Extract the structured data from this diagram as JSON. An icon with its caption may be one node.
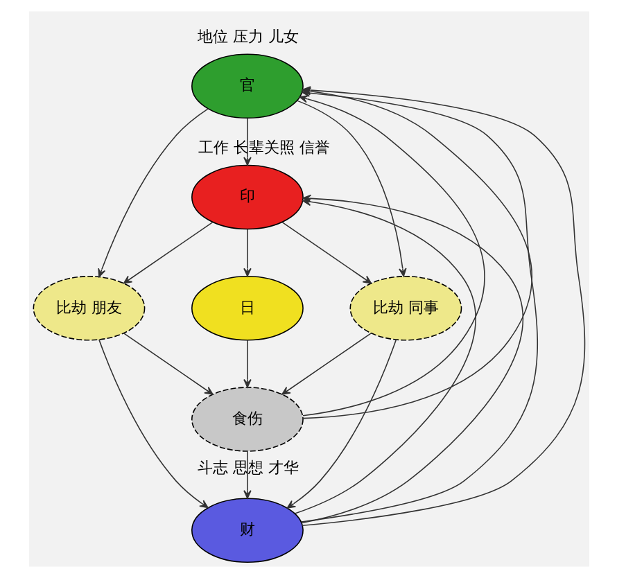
{
  "diagram": {
    "nodes": [
      {
        "text": [
          "官"
        ],
        "beside": [
          "地位 压力 儿女"
        ]
      },
      {
        "text": [
          "印"
        ],
        "beside": [
          "工作 长辈关照 信誉"
        ]
      },
      {
        "text": [
          "比劫 朋友"
        ]
      },
      {
        "text": [
          "日"
        ]
      },
      {
        "text": [
          "比劫 同事"
        ]
      },
      {
        "text": [
          "食伤"
        ],
        "beside": [
          "斗志 思想 才华"
        ]
      },
      {
        "text": [
          "财"
        ]
      }
    ],
    "edges": [
      {
        "from": 0,
        "to": 1,
        "arrow": "to"
      },
      {
        "from": 1,
        "to": 3,
        "arrow": "to"
      },
      {
        "from": 3,
        "to": 5,
        "arrow": "to"
      },
      {
        "from": 5,
        "to": 6,
        "arrow": "to"
      },
      {
        "from": 0,
        "to": 2,
        "arrow": "to"
      },
      {
        "from": 0,
        "to": 4,
        "arrow": "to"
      },
      {
        "from": 1,
        "to": 2,
        "arrow": "to"
      },
      {
        "from": 1,
        "to": 4,
        "arrow": "to"
      },
      {
        "from": 2,
        "to": 5,
        "arrow": "to"
      },
      {
        "from": 4,
        "to": 5,
        "arrow": "to"
      },
      {
        "from": 2,
        "to": 6,
        "arrow": "to"
      },
      {
        "from": 4,
        "to": 6,
        "arrow": "to"
      },
      {
        "from": 6,
        "to": 0,
        "arrow": "to"
      },
      {
        "from": 6,
        "to": 0,
        "arrow": "to"
      },
      {
        "from": 6,
        "to": 1,
        "arrow": "to"
      },
      {
        "from": 6,
        "to": 1,
        "arrow": "to"
      },
      {
        "from": 5,
        "to": 0,
        "arrow": "to"
      },
      {
        "from": 5,
        "to": 0,
        "arrow": "to"
      }
    ]
  }
}
